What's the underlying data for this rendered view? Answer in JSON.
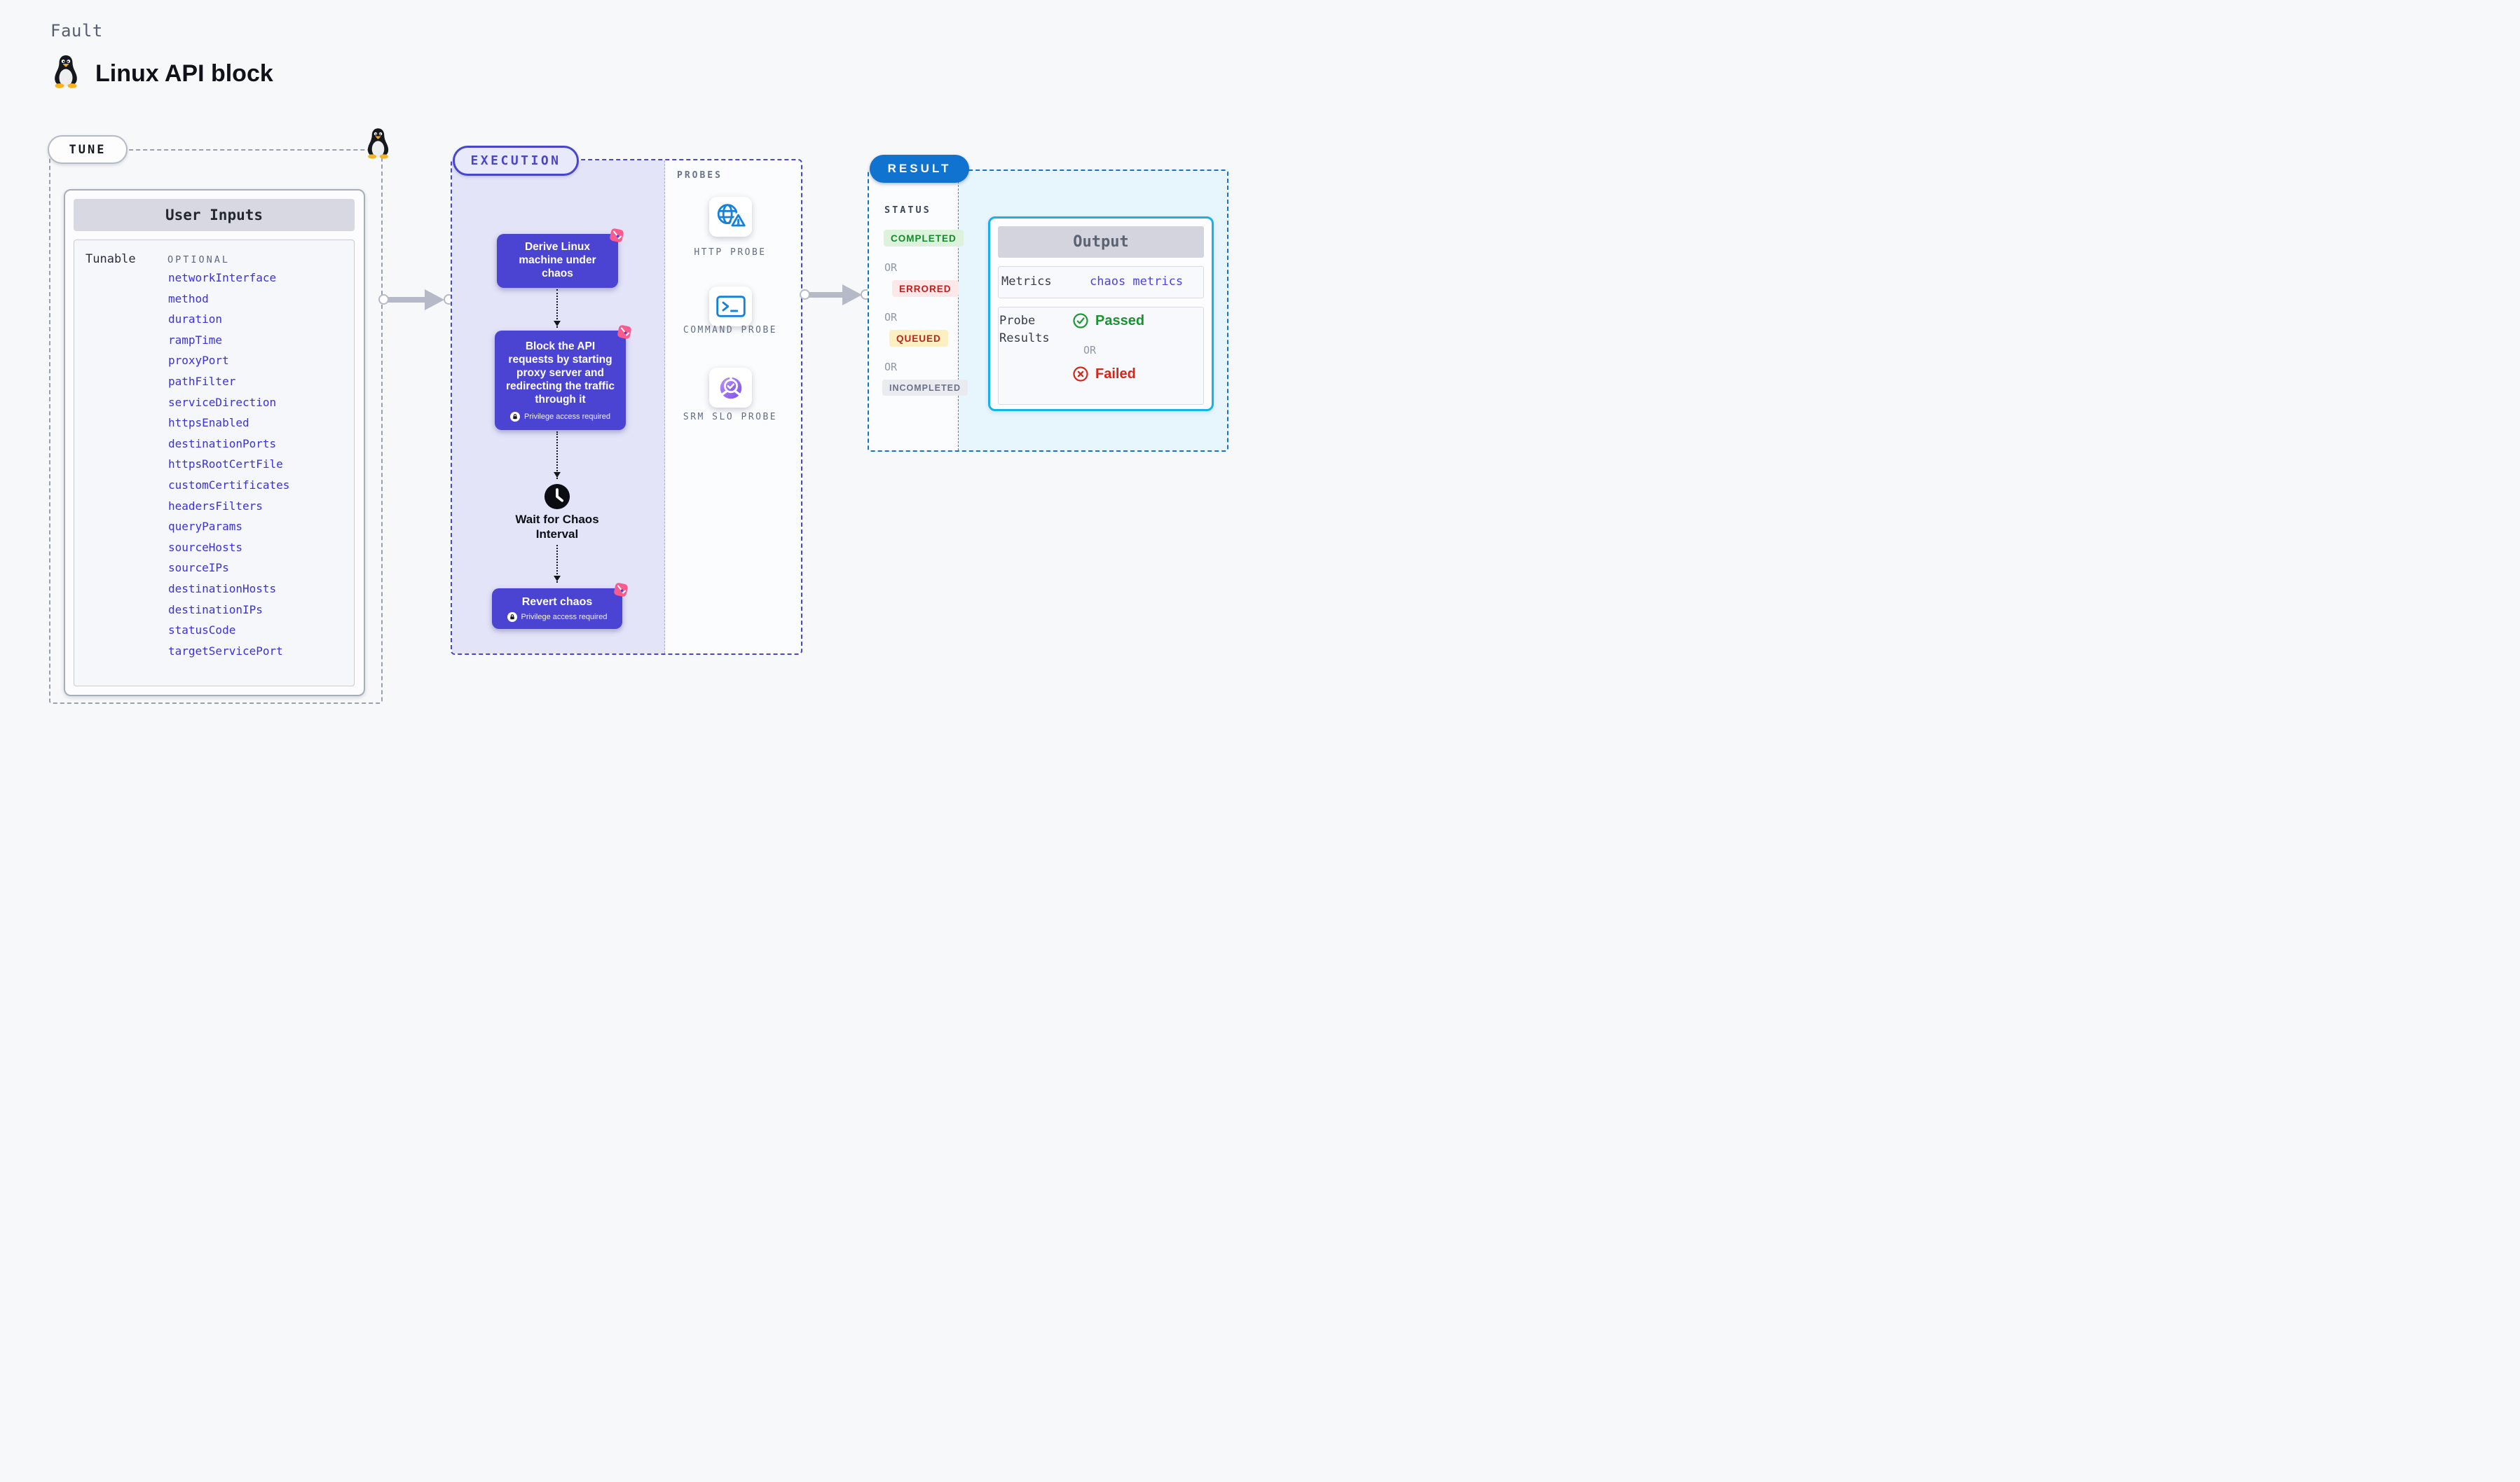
{
  "page": {
    "eyebrow": "Fault",
    "title": "Linux API block"
  },
  "tune": {
    "label": "TUNE",
    "card_title": "User Inputs",
    "row_label": "Tunable",
    "row_tag": "OPTIONAL",
    "params": [
      "networkInterface",
      "method",
      "duration",
      "rampTime",
      "proxyPort",
      "pathFilter",
      "serviceDirection",
      "httpsEnabled",
      "destinationPorts",
      "httpsRootCertFile",
      "customCertificates",
      "headersFilters",
      "queryParams",
      "sourceHosts",
      "sourceIPs",
      "destinationHosts",
      "destinationIPs",
      "statusCode",
      "targetServicePort"
    ]
  },
  "execution": {
    "label": "EXECUTION",
    "steps": [
      {
        "text": "Derive Linux machine under chaos"
      },
      {
        "text": "Block the API requests by starting proxy server and redirecting the traffic through it",
        "badge": "Privilege access required"
      },
      {
        "text": "Wait for Chaos Interval"
      },
      {
        "text": "Revert chaos",
        "badge": "Privilege access required"
      }
    ]
  },
  "probes": {
    "label": "PROBES",
    "items": [
      {
        "name": "HTTP PROBE",
        "icon": "globe-warning-icon"
      },
      {
        "name": "COMMAND PROBE",
        "icon": "terminal-icon"
      },
      {
        "name": "SRM SLO PROBE",
        "icon": "slo-donut-check-icon"
      }
    ]
  },
  "result": {
    "label": "RESULT",
    "status_label": "STATUS",
    "statuses": [
      "COMPLETED",
      "ERRORED",
      "QUEUED",
      "INCOMPLETED"
    ],
    "or_label": "OR",
    "output": {
      "title": "Output",
      "metrics_label": "Metrics",
      "metrics_value": "chaos metrics",
      "probe_results_label": "Probe Results",
      "passed_label": "Passed",
      "failed_label": "Failed"
    }
  },
  "colors": {
    "accent_indigo": "#4b44d2",
    "lavender_panel": "#e4e4f8",
    "dashed_indigo": "#4946cc",
    "pink_logo": "#fa5b8d",
    "result_blue": "#1173d0",
    "output_border_cyan": "#17b2e9",
    "param_blue": "#3a30dc",
    "probe_icon_blue": "#1681da",
    "slo_purple": "#7e4ff0",
    "passed_green": "#17942e",
    "failed_red": "#d32717",
    "completed_green": "#17882c",
    "errored_red": "#c01e1e",
    "queued_bg": "#fcefc2",
    "incompleted_grey": "#6b7187"
  },
  "icons": [
    "tux-penguin-icon",
    "lock-icon",
    "clock-icon",
    "chaos-knot-badge-icon",
    "globe-warning-icon",
    "terminal-icon",
    "slo-donut-check-icon",
    "check-circle-icon",
    "x-circle-icon",
    "flow-arrow-icon"
  ]
}
